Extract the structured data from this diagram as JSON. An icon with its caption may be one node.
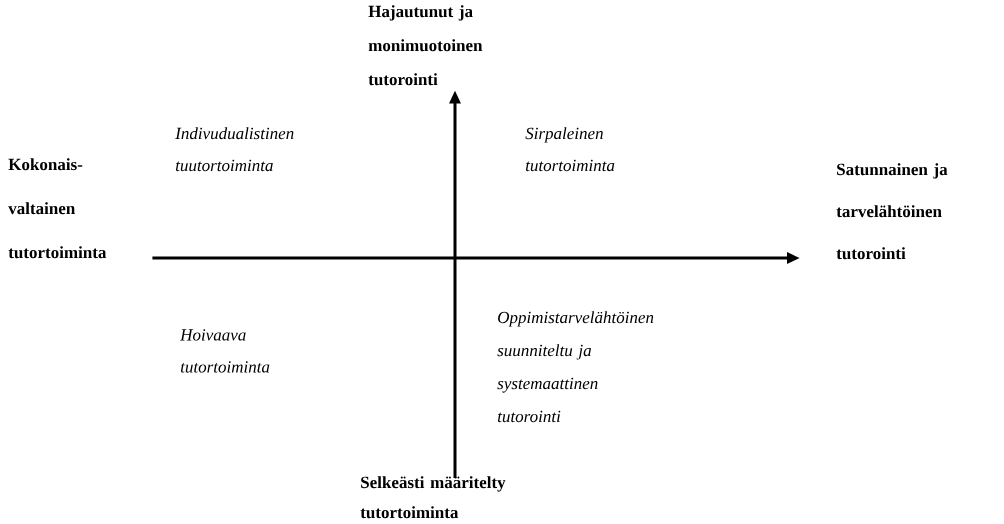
{
  "diagram": {
    "nodes": [
      {
        "text": [
          "Hajautunut ja monimuotoinen tutorointi"
        ]
      },
      {
        "text": [
          "Kokonais- valtainen tutortoiminta"
        ]
      },
      {
        "text": [
          "Satunnainen ja tarvelähtöinen tutorointi"
        ]
      },
      {
        "text": [
          "Selkeästi määritelty tutortoiminta"
        ]
      }
    ],
    "edges": [
      {
        "from": 1,
        "to": 2,
        "arrow": "to"
      },
      {
        "from": 3,
        "to": 0,
        "arrow": "to"
      }
    ],
    "labels": [
      "Indivudualistinen tuutortoiminta",
      "Sirpaleinen tutortoiminta",
      "Hoivaava tutortoiminta",
      "Oppimistarvelähtöinen suunniteltu ja systemaattinen tutorointi"
    ]
  }
}
